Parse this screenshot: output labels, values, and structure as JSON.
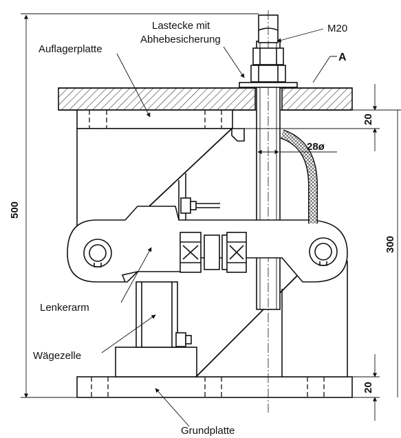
{
  "labels": {
    "lastecke_line1": "Lastecke mit",
    "lastecke_line2": "Abhebesicherung",
    "m20": "M20",
    "a": "A",
    "auflagerplatte": "Auflagerplatte",
    "dia": "28ø",
    "lenkerarm": "Lenkerarm",
    "waegezelle": "Wägezelle",
    "grundplatte": "Grundplatte"
  },
  "dimensions": {
    "total_height": "500",
    "side_height": "300",
    "top_plate": "20",
    "bottom_plate": "20"
  },
  "colors": {
    "line": "#111111",
    "background": "#ffffff"
  }
}
